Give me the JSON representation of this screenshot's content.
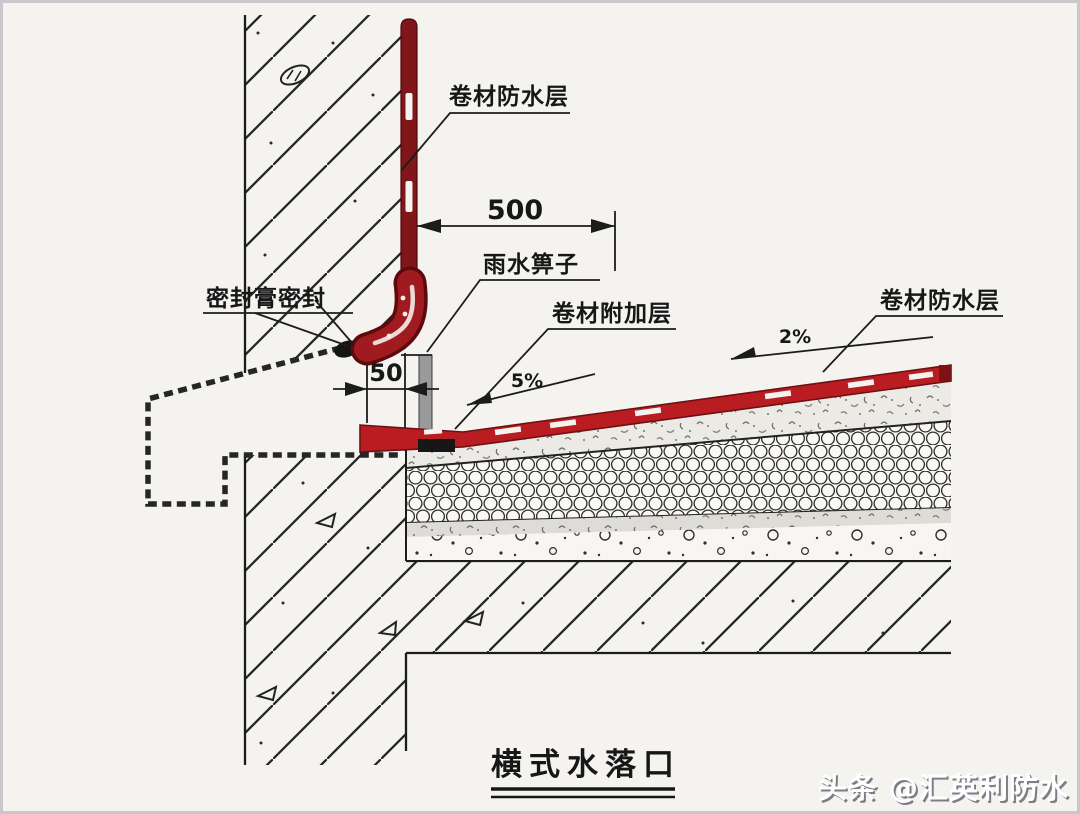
{
  "diagram": {
    "title": "横式水落口",
    "labels": {
      "membrane_top": "卷材防水层",
      "rain_grate": "雨水箅子",
      "sealant": "密封膏密封",
      "membrane_additional": "卷材附加层",
      "membrane_right": "卷材防水层"
    },
    "dimensions": {
      "dim_500": "500",
      "dim_50": "50"
    },
    "slopes": {
      "roof": "2%",
      "drain_zone": "5%"
    },
    "colors": {
      "membrane_red": "#b91d22",
      "upstand_maroon": "#801619",
      "line_black": "#1c1c1c",
      "background": "#f5f3f0",
      "pipe_gray": "#9a999b"
    }
  },
  "watermark": {
    "text": "头条 @汇英利防水"
  }
}
